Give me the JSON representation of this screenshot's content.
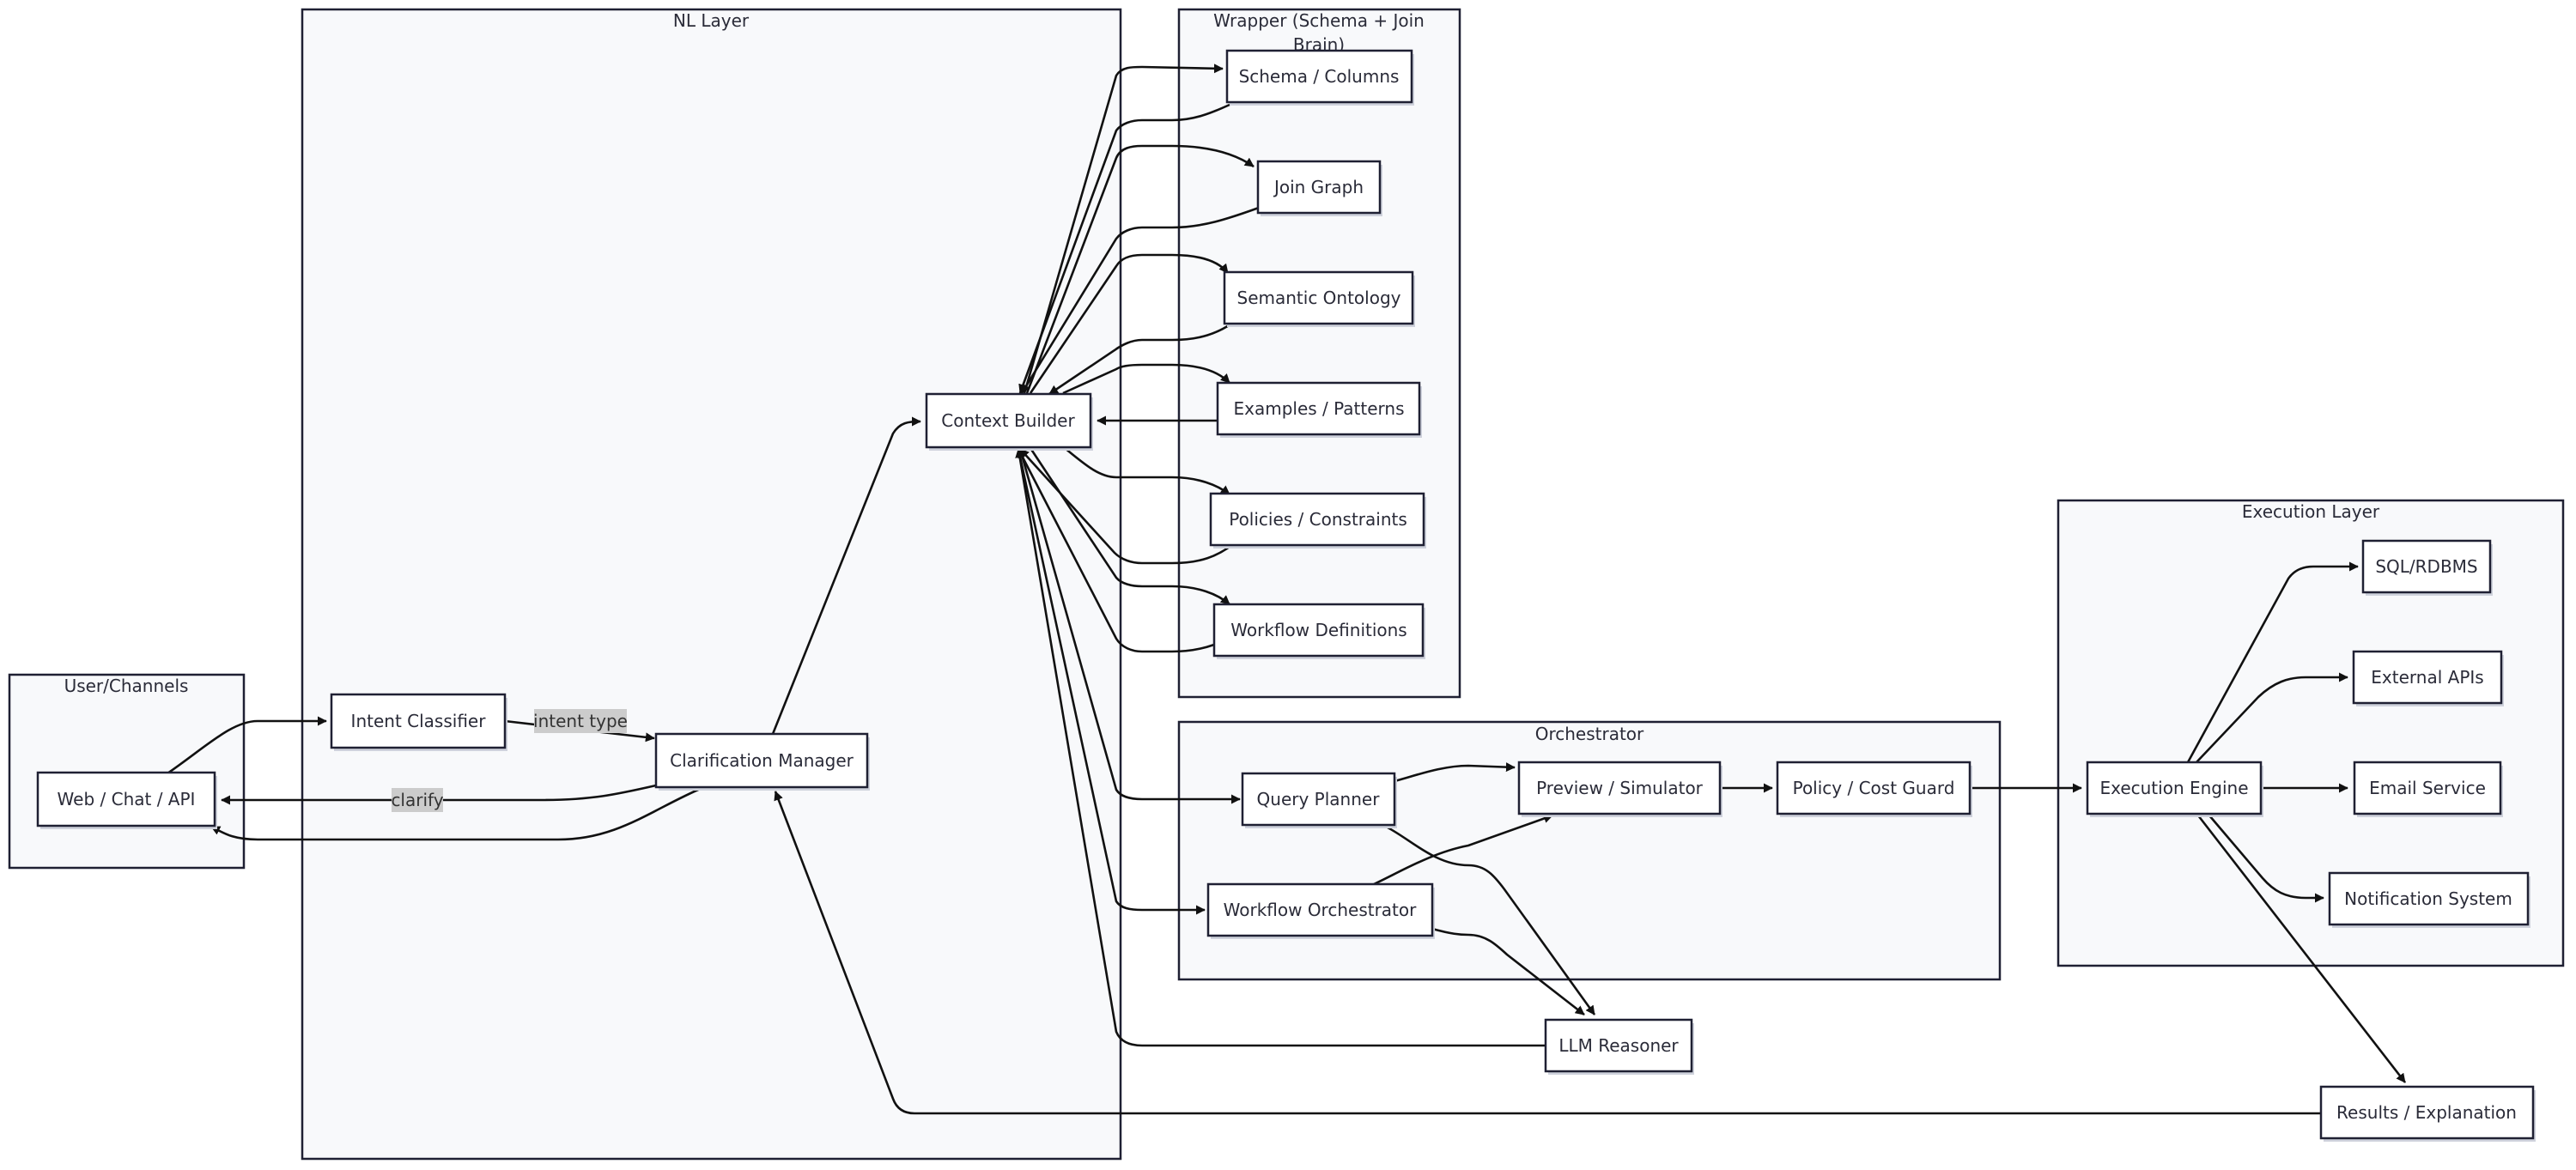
{
  "clusters": {
    "nl_layer": "NL Layer",
    "wrapper_line1": "Wrapper (Schema + Join",
    "wrapper_line2": "Brain)",
    "user_channels": "User/Channels",
    "orchestrator": "Orchestrator",
    "execution_layer": "Execution Layer"
  },
  "nodes": {
    "web_chat_api": "Web / Chat / API",
    "intent_classifier": "Intent Classifier",
    "clarification_manager": "Clarification Manager",
    "context_builder": "Context Builder",
    "schema_columns": "Schema / Columns",
    "join_graph": "Join Graph",
    "semantic_ontology": "Semantic Ontology",
    "examples_patterns": "Examples / Patterns",
    "policies_constraints": "Policies / Constraints",
    "workflow_definitions": "Workflow Definitions",
    "query_planner": "Query Planner",
    "workflow_orchestrator": "Workflow Orchestrator",
    "preview_simulator": "Preview / Simulator",
    "policy_cost_guard": "Policy / Cost Guard",
    "llm_reasoner": "LLM Reasoner",
    "execution_engine": "Execution Engine",
    "sql_rdbms": "SQL/RDBMS",
    "external_apis": "External APIs",
    "email_service": "Email Service",
    "notification_system": "Notification System",
    "results_explanation": "Results / Explanation"
  },
  "edge_labels": {
    "intent_type": "intent type",
    "clarify": "clarify"
  }
}
